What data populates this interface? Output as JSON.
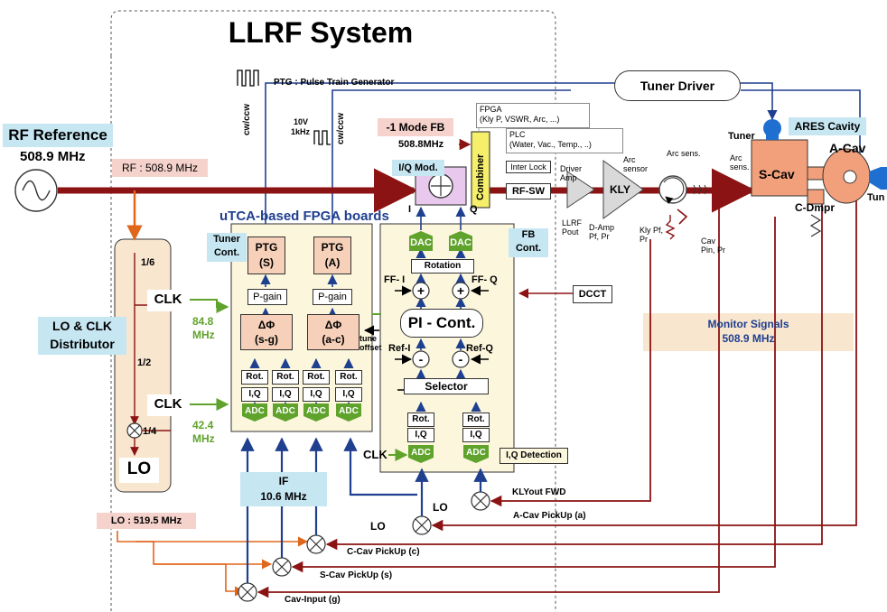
{
  "title": "LLRF System",
  "rf_reference": {
    "label": "RF Reference",
    "freq": "508.9 MHz"
  },
  "rf_line": "RF : 508.9 MHz",
  "ptg_note": "PTG : Pulse Train Generator",
  "tuner_driver": "Tuner Driver",
  "ares_cavity": "ARES Cavity",
  "tuner": "Tuner",
  "a_cav": "A-Cav",
  "s_cav": "S-Cav",
  "c_dmpr": "C-Dmpr",
  "tun_cut": "Tun",
  "cw_ccw": "cw/ccw",
  "pulse_amp": "10V",
  "pulse_freq": "1kHz",
  "fpga_note": "FPGA",
  "fpga_note_detail": "(Kly P, VSWR, Arc, ...)",
  "plc_note": "PLC",
  "plc_note_detail": "(Water, Vac., Temp., ..)",
  "interlock": "Inter Lock",
  "rf_sw": "RF-SW",
  "minus1_fb": "-1 Mode FB",
  "minus1_freq": "508.8MHz",
  "combiner": "Combiner",
  "iq_mod": "I/Q Mod.",
  "i_label": "I",
  "q_label": "Q",
  "driver_amp": "Driver Amp",
  "kly": "KLY",
  "arc_sensor": "Arc sensor",
  "arc_sens": "Arc sens.",
  "arc_sens2": "Arc sens.",
  "llrf_pout": "LLRF Pout",
  "damp_pf_pr": "D-Amp Pf, Pr",
  "kly_pf_pr": "Kly Pf, Pr",
  "cav_pin_pr": "Cav Pin, Pr",
  "utca_title": "uTCA-based FPGA boards",
  "tuner_cont": "Tuner Cont.",
  "fb_cont": "FB Cont.",
  "ptg_s": {
    "name": "PTG",
    "sub": "(S)"
  },
  "ptg_a": {
    "name": "PTG",
    "sub": "(A)"
  },
  "pgain": "P-gain",
  "dphi_sg": {
    "name": "ΔΦ",
    "sub": "(s-g)"
  },
  "dphi_ac": {
    "name": "ΔΦ",
    "sub": "(a-c)"
  },
  "tune_offset": "tune offset",
  "rot": "Rot.",
  "iq": "I,Q",
  "adc": "ADC",
  "dac": "DAC",
  "rotation": "Rotation",
  "ff_i": "FF- I",
  "ff_q": "FF- Q",
  "pi_cont": "PI - Cont.",
  "ref_i": "Ref-I",
  "ref_q": "Ref-Q",
  "plus": "+",
  "minus": "-",
  "selector": "Selector",
  "dcct": "DCCT",
  "iq_detection": "I,Q Detection",
  "monitor": {
    "line1": "Monitor Signals",
    "line2": "508.9 MHz"
  },
  "lo_clk": {
    "line1": "LO & CLK",
    "line2": "Distributor"
  },
  "div_1_6": "1/6",
  "div_1_2": "1/2",
  "div_1_4": "1/4",
  "clk": "CLK",
  "clk_84": {
    "v": "84.8",
    "u": "MHz"
  },
  "clk_42": {
    "v": "42.4",
    "u": "MHz"
  },
  "lo": "LO",
  "lo_freq": "LO : 519.5 MHz",
  "if": {
    "line1": "IF",
    "line2": "10.6 MHz"
  },
  "klyout_fwd": "KLYout FWD",
  "a_cav_pickup": "A-Cav PickUp (a)",
  "c_cav_pickup": "C-Cav PickUp (c)",
  "s_cav_pickup": "S-Cav PickUp (s)",
  "cav_input": "Cav-Input (g)",
  "colors": {
    "rf": "#8b1313",
    "blue": "#1f3f8f",
    "green": "#5fa32c",
    "orange": "#e0661c",
    "board": "#fbf6dc",
    "dist": "#f8e6cf",
    "monitor": "#f8e6cf",
    "scav": "#f2a07b"
  }
}
